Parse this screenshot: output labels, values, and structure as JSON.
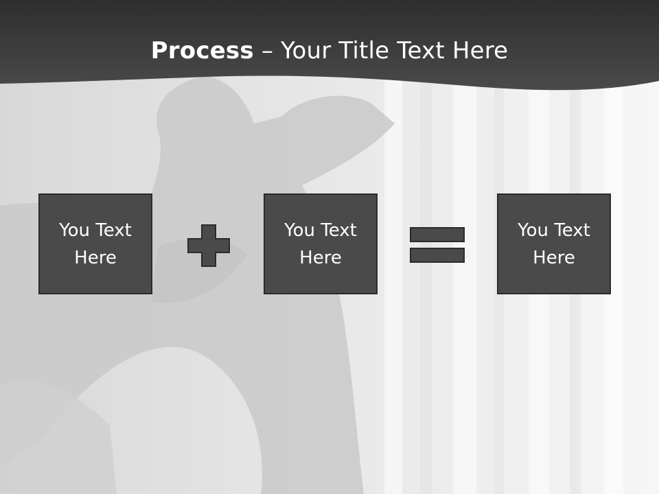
{
  "slide": {
    "title": {
      "bold_part": "Process",
      "separator": " – ",
      "regular_part": "Your Title Text Here"
    },
    "boxes": [
      {
        "text": "You Text Here"
      },
      {
        "text": "You Text Here"
      },
      {
        "text": "You Text Here"
      }
    ],
    "operators": [
      "plus-icon",
      "equals-icon"
    ],
    "colors": {
      "header": "#3a3a3a",
      "box_fill": "#4a4a4a",
      "box_border": "#2b2b2b",
      "title_text": "#ffffff",
      "background": "#eeeeee"
    }
  }
}
